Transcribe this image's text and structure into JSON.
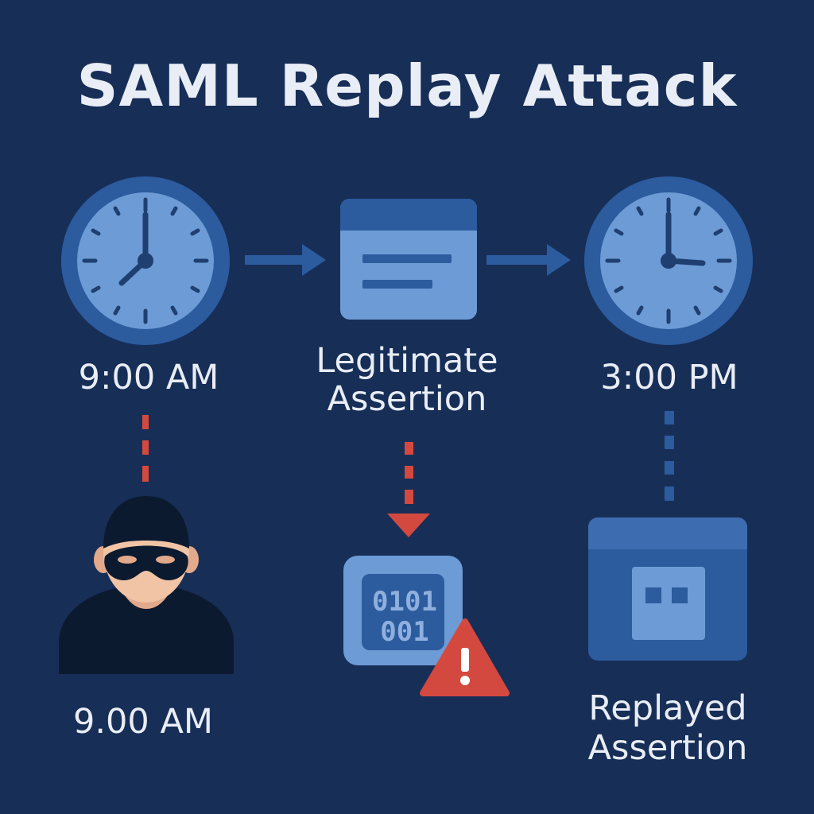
{
  "title": "SAML Replay Attack",
  "clock_left": {
    "time_label": "9:00 AM",
    "icon": "clock-icon"
  },
  "legitimate_assertion": {
    "line1": "Legitimate",
    "line2": "Assertion",
    "icon": "assertion-document-icon"
  },
  "clock_right": {
    "time_label": "3:00 PM",
    "icon": "clock-icon"
  },
  "attacker": {
    "time_label": "9.00 AM",
    "icon": "masked-attacker-icon"
  },
  "captured_data": {
    "line1": "0101",
    "line2": "001",
    "icon": "binary-data-icon",
    "warning_icon": "warning-triangle-icon"
  },
  "replayed_assertion": {
    "line1": "Replayed",
    "line2": "Assertion",
    "icon": "replayed-assertion-window-icon"
  },
  "colors": {
    "background": "#172e57",
    "primary_blue": "#2c5b9e",
    "light_blue": "#6c9bd6",
    "danger_red": "#d4493f",
    "text": "#e9edf5"
  }
}
